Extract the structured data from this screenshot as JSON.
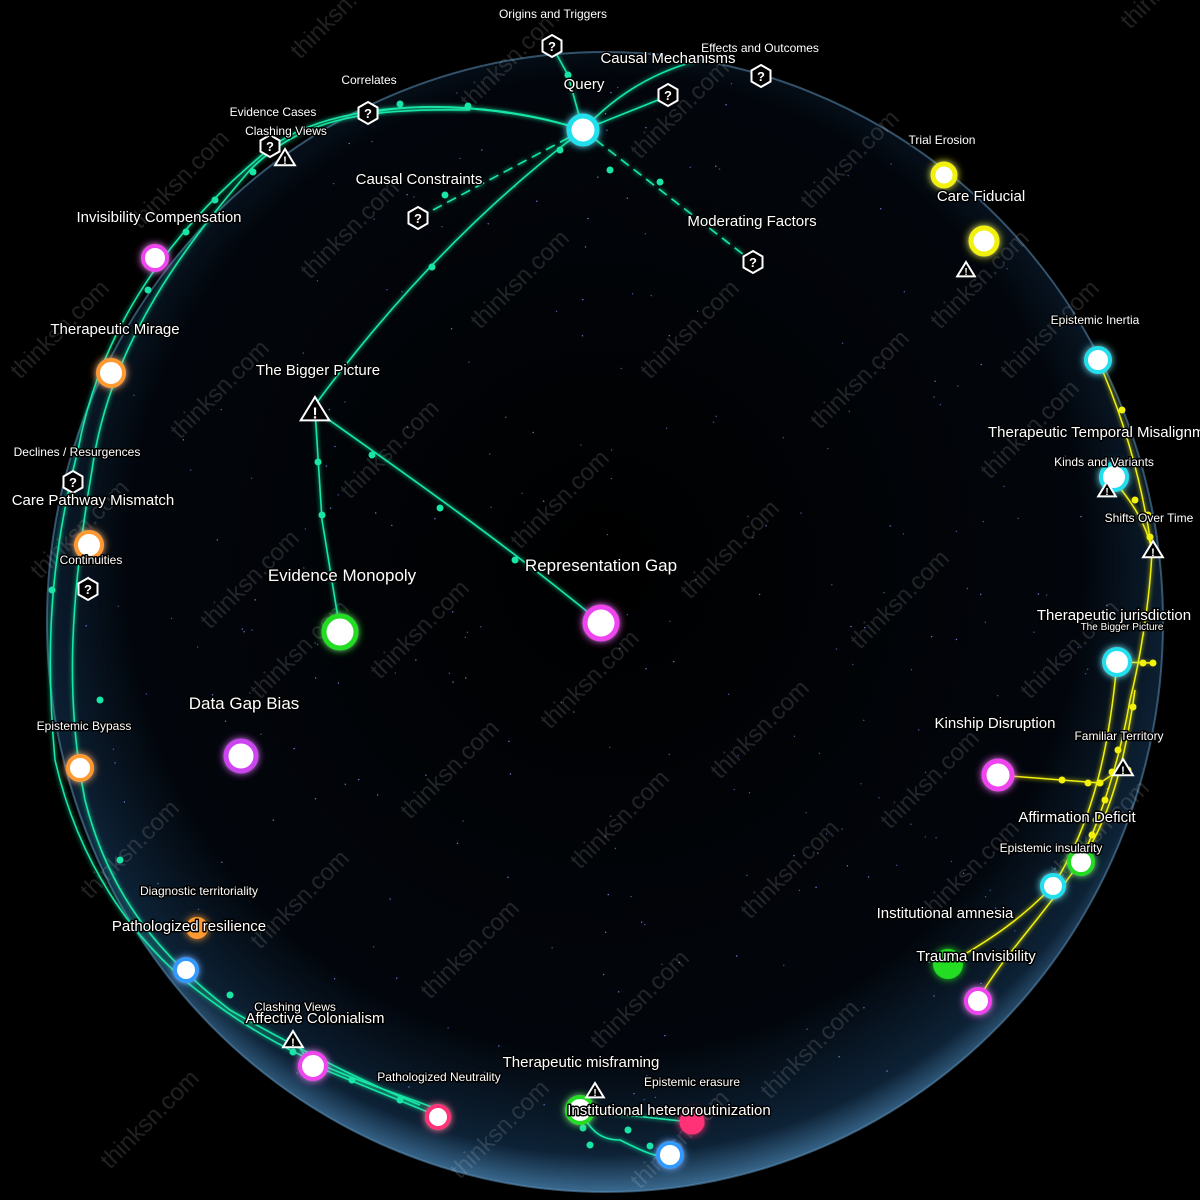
{
  "watermark": "thinksn.com",
  "colors": {
    "background": "#000000",
    "sphere": "#0b1624",
    "sphere_rim": "#4f7fa6",
    "teal": "#19e6a6",
    "yellow": "#f1f10c",
    "green": "#22dd22",
    "magenta": "#ee44ee",
    "orange": "#ff9a33",
    "cyan": "#22dfee",
    "blue": "#3399ff",
    "pink": "#ff3377",
    "text": "#ffffff"
  },
  "query_node": {
    "label": "Query"
  },
  "labels": {
    "origins_triggers": "Origins and Triggers",
    "causal_mechanisms": "Causal Mechanisms",
    "effects_outcomes": "Effects and Outcomes",
    "correlates": "Correlates",
    "evidence_cases": "Evidence Cases",
    "clashing_views_top": "Clashing Views",
    "causal_constraints": "Causal Constraints",
    "moderating_factors": "Moderating Factors",
    "trial_erosion": "Trial Erosion",
    "care_fiducial": "Care Fiducial",
    "invisibility_compensation": "Invisibility Compensation",
    "therapeutic_mirage": "Therapeutic Mirage",
    "bigger_picture": "The Bigger Picture",
    "declines_resurgences": "Declines / Resurgences",
    "care_pathway_mismatch": "Care Pathway Mismatch",
    "continuities": "Continuities",
    "evidence_monopoly": "Evidence Monopoly",
    "representation_gap": "Representation Gap",
    "epistemic_inertia": "Epistemic Inertia",
    "therapeutic_temporal": "Therapeutic Temporal Misalignm",
    "kinds_variants": "Kinds and Variants",
    "shifts_over_time": "Shifts Over Time",
    "therapeutic_jurisdiction": "Therapeutic jurisdiction",
    "bigger_picture_right": "The Bigger Picture",
    "data_gap_bias": "Data Gap Bias",
    "epistemic_bypass": "Epistemic Bypass",
    "kinship_disruption": "Kinship Disruption",
    "familiar_territory": "Familiar Territory",
    "affirmation_deficit": "Affirmation Deficit",
    "epistemic_insularity": "Epistemic insularity",
    "diagnostic_territoriality": "Diagnostic territoriality",
    "pathologized_resilience": "Pathologized resilience",
    "institutional_amnesia": "Institutional amnesia",
    "trauma_invisibility": "Trauma Invisibility",
    "clashing_views_bottom": "Clashing Views",
    "affective_colonialism": "Affective Colonialism",
    "therapeutic_misframing": "Therapeutic misframing",
    "pathologized_neutrality": "Pathologized Neutrality",
    "epistemic_erasure": "Epistemic erasure",
    "institutional_heteroroutinization": "Institutional heteroroutinization"
  }
}
